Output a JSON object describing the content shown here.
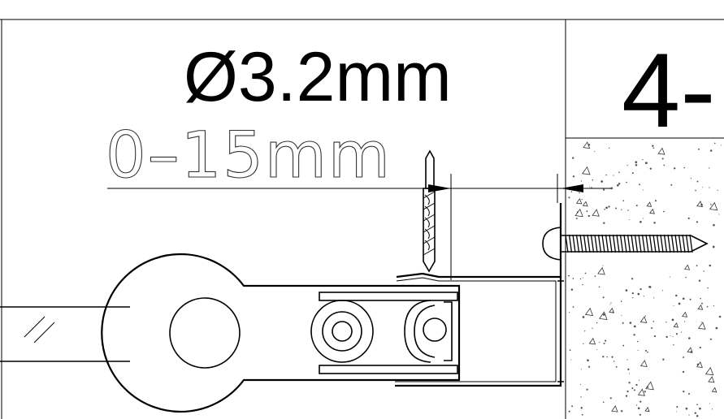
{
  "drawing": {
    "drill_diameter": "Ø3.2mm",
    "depth_range": "0–15mm",
    "step_number": "4-",
    "colors": {
      "line": "#000000",
      "concrete_speckle": "#555555",
      "background": "#ffffff"
    }
  }
}
